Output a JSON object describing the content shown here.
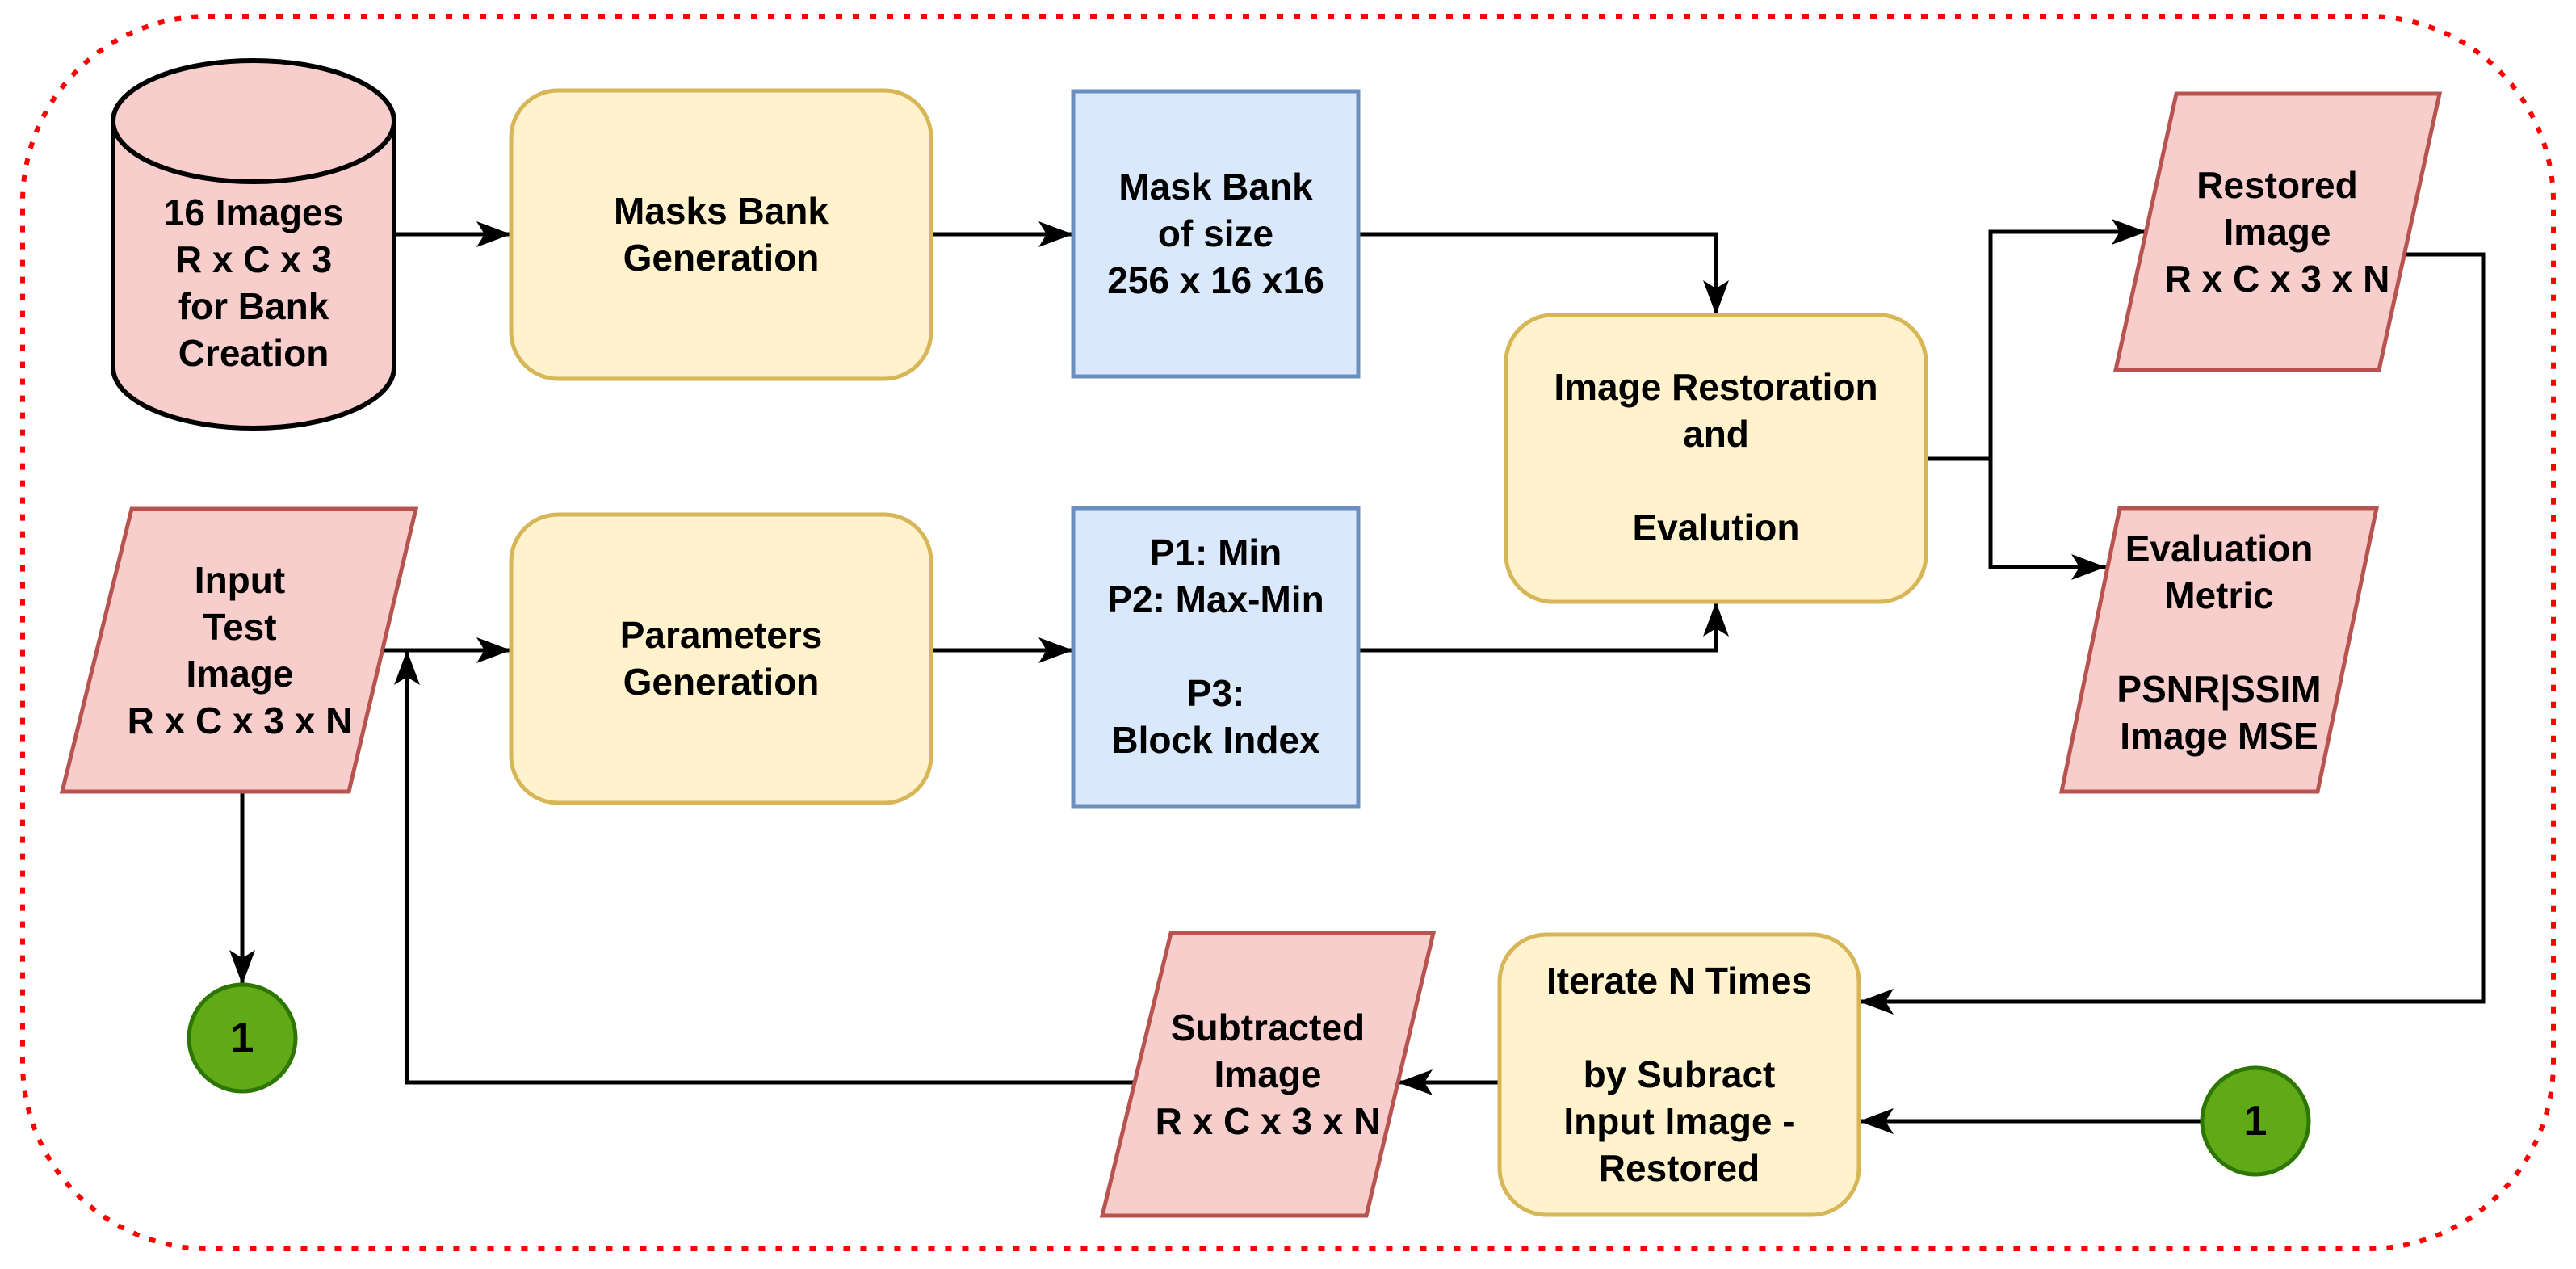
{
  "colors": {
    "border": "#ff0000",
    "pink_fill": "#f8cecc",
    "pink_stroke": "#b85450",
    "yellow_fill": "#fff2cc",
    "yellow_stroke": "#d6b656",
    "blue_fill": "#dae8fc",
    "blue_stroke": "#6c8ebf",
    "green_fill": "#60a917",
    "green_stroke": "#2d7600",
    "cylinder_stroke": "#000000",
    "arrow": "#000000"
  },
  "nodes": {
    "bank_images": {
      "shape": "cylinder",
      "label": "16 Images\nR x C x 3\nfor Bank\nCreation"
    },
    "masks_bank_generation": {
      "shape": "rounded-rect",
      "label": "Masks Bank\nGeneration"
    },
    "mask_bank": {
      "shape": "rect",
      "label": "Mask Bank\nof size\n256 x 16 x16"
    },
    "image_restoration": {
      "shape": "rounded-rect",
      "label": "Image Restoration\nand\n\nEvalution"
    },
    "restored_image": {
      "shape": "parallelogram",
      "label": "Restored\nImage\nR x C x 3 x N"
    },
    "evaluation_metric": {
      "shape": "parallelogram",
      "label": "Evaluation\nMetric\n\nPSNR|SSIM\nImage MSE"
    },
    "input_test_image": {
      "shape": "parallelogram",
      "label": "Input\nTest\nImage\nR x C x 3 x N"
    },
    "parameters_generation": {
      "shape": "rounded-rect",
      "label": "Parameters\nGeneration"
    },
    "parameters_output": {
      "shape": "rect",
      "label": "P1: Min\nP2: Max-Min\n\nP3:\nBlock Index"
    },
    "subtracted_image": {
      "shape": "parallelogram",
      "label": "Subtracted\nImage\nR x C x 3 x N"
    },
    "iterate": {
      "shape": "rounded-rect",
      "label": "Iterate N Times\n\nby Subract\nInput Image -\nRestored"
    },
    "connector_left": {
      "shape": "circle",
      "label": "1"
    },
    "connector_right": {
      "shape": "circle",
      "label": "1"
    }
  }
}
